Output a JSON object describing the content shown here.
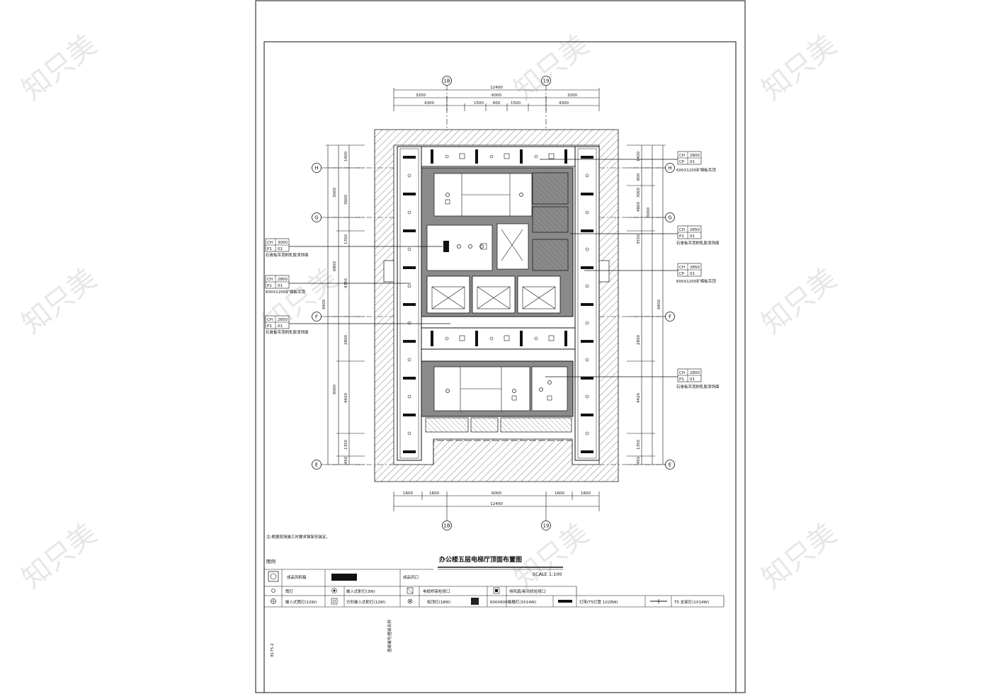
{
  "drawing": {
    "title": "办公楼五层电梯厅顶面布置图",
    "scale": "SCALE 1:100",
    "note": "注:根据现场施工时要求钢架安装定。",
    "side_text_left": "8175.2",
    "side_text_mid": "图纸编号/图纸名称"
  },
  "watermark": {
    "text": "知只美"
  },
  "axes": {
    "top": [
      "1B",
      "19"
    ],
    "bottom": [
      "1B",
      "19"
    ],
    "left": [
      "H",
      "G",
      "F",
      "E"
    ],
    "right": [
      "H",
      "G",
      "F",
      "E"
    ]
  },
  "dimensions": {
    "top_total": "12400",
    "top_row1": [
      "3200",
      "6000",
      "3200"
    ],
    "top_row2": [
      "4300",
      "1500",
      "600",
      "1500",
      "4300"
    ],
    "bottom_row1": [
      "1600",
      "1600",
      "6000",
      "1600",
      "1600"
    ],
    "bottom_total": "12400",
    "left_outer": [
      "6800",
      "9400",
      "9000"
    ],
    "left_inner": [
      "1400",
      "3000",
      "3600",
      "1350",
      "4350",
      "2800",
      "4420",
      "1350",
      "450"
    ],
    "right_outer": [
      "3000",
      "9400"
    ],
    "right_inner": [
      "1400",
      "800",
      "3000",
      "4800",
      "3550",
      "2800",
      "4420",
      "1350",
      "450"
    ]
  },
  "callouts_left": [
    {
      "code": "CH",
      "value": "3000",
      "code2": "P1",
      "value2": "01",
      "note": "石膏板吊顶刷乳胶漆饰面"
    },
    {
      "code": "CH",
      "value": "2850",
      "code2": "P1",
      "value2": "01",
      "note": "600X1200矿棉板吊顶"
    },
    {
      "code": "CH",
      "value": "2650",
      "code2": "P1",
      "value2": "01",
      "note": "石膏板吊顶刷乳胶漆饰面"
    }
  ],
  "callouts_right": [
    {
      "code": "CH",
      "value": "2800",
      "code2": "CP",
      "value2": "01",
      "note": "600X1200矿棉板吊顶"
    },
    {
      "code": "CH",
      "value": "2650",
      "code2": "P1",
      "value2": "01",
      "note": "石膏板吊顶刷乳胶漆饰面"
    },
    {
      "code": "CH",
      "value": "2850",
      "code2": "CP",
      "value2": "01",
      "note": "600X1200矿棉板吊顶"
    },
    {
      "code": "CH",
      "value": "2800",
      "code2": "P1",
      "value2": "01",
      "note": "石膏板吊顶刷乳胶漆饰面"
    }
  ],
  "legend": {
    "heading": "图例",
    "row0": [
      {
        "label": "成品风机箱"
      },
      {
        "label": "成品风口"
      }
    ],
    "row1": [
      {
        "label": "筒灯"
      },
      {
        "label": "嵌入式射灯(3W)"
      },
      {
        "label": "电缆桥架检修口"
      },
      {
        "label": "排风扇/新风机检修口"
      }
    ],
    "row2": [
      {
        "label": "嵌入式筒灯(12W)"
      },
      {
        "label": "方形嵌入式射灯(12W)"
      },
      {
        "label": "吸顶灯(18W)"
      },
      {
        "label": "600X600格栅灯(3X14W)"
      },
      {
        "label": "灯带(T5灯管 1X28W)"
      },
      {
        "label": "T5 支架灯(1X14W)"
      }
    ]
  },
  "colors": {
    "line": "#111111",
    "wall_hatch": "#444444",
    "watermark": "#d4d4d4"
  }
}
